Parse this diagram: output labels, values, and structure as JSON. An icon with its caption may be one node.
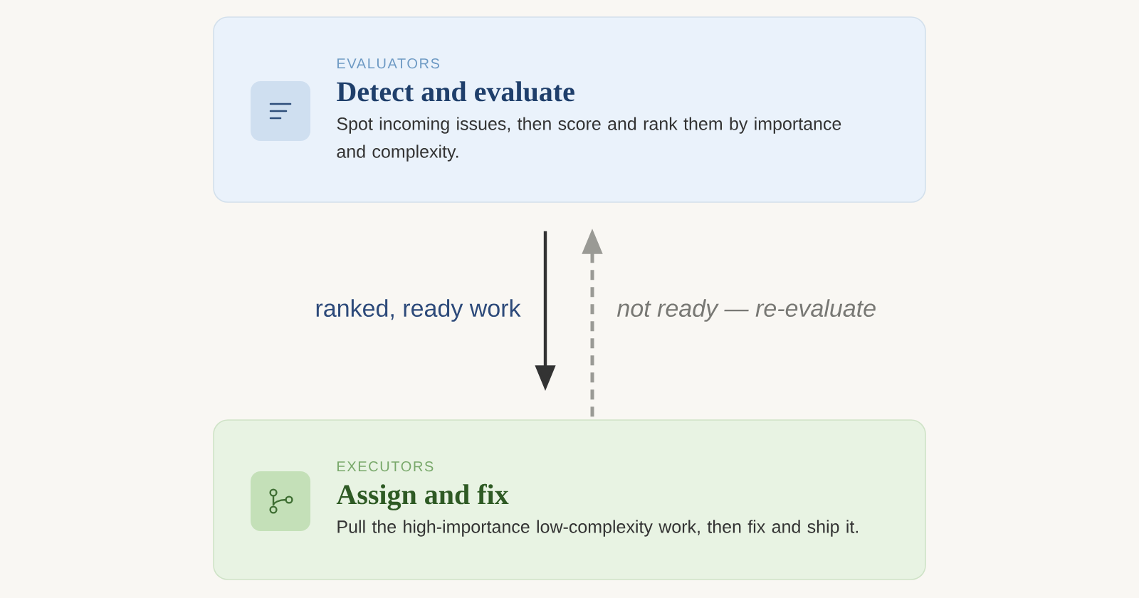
{
  "diagram": {
    "nodes": [
      {
        "text": [
          "EVALUATORS",
          "Detect and evaluate",
          "Spot incoming issues, then score and rank them by importance and complexity."
        ]
      },
      {
        "text": [
          "EXECUTORS",
          "Assign and fix",
          "Pull the high-importance low-complexity work, then fix and ship it."
        ]
      }
    ],
    "edges": [
      {
        "from": 0,
        "to": 1,
        "arrow": "to",
        "label": "ranked, ready work"
      },
      {
        "from": 1,
        "to": 0,
        "arrow": "to",
        "label": "not ready — re-evaluate",
        "style": "dashed",
        "color": "#9a9a95"
      }
    ]
  }
}
